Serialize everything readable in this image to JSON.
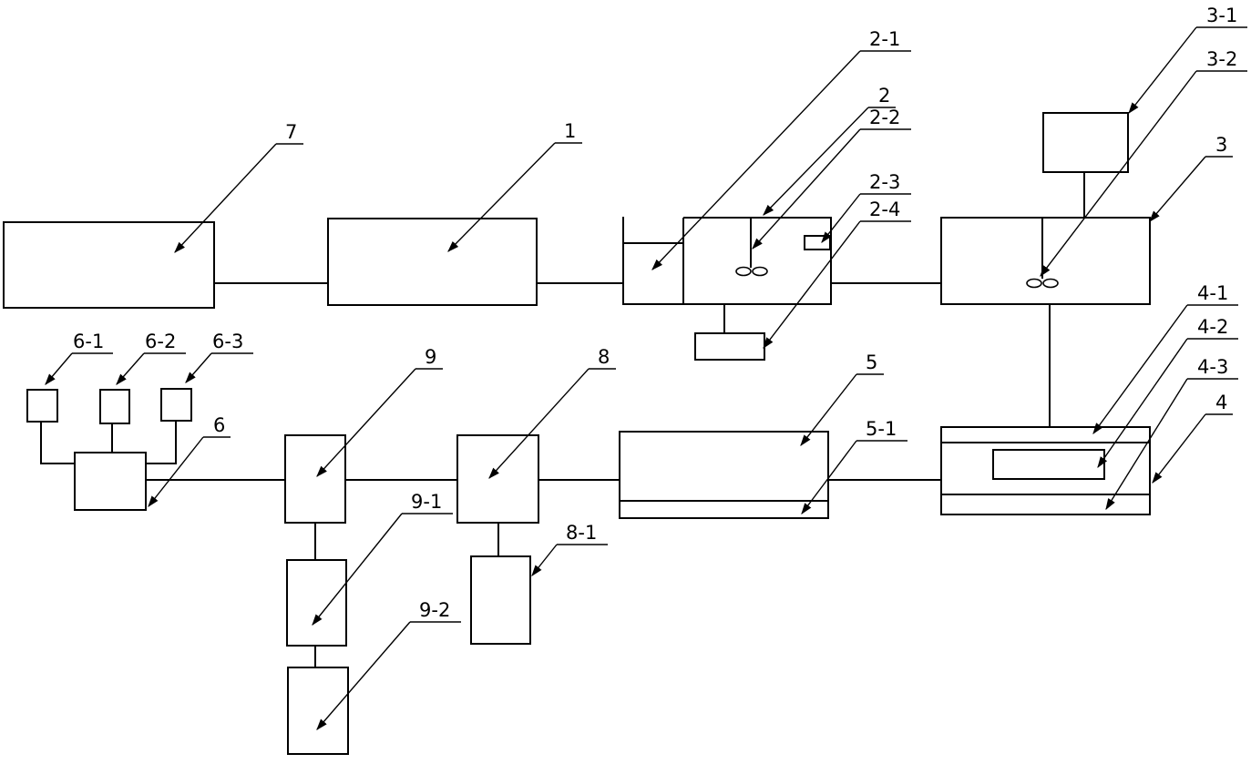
{
  "labels": {
    "l1": "1",
    "l2": "2",
    "l2_1": "2-1",
    "l2_2": "2-2",
    "l2_3": "2-3",
    "l2_4": "2-4",
    "l3": "3",
    "l3_1": "3-1",
    "l3_2": "3-2",
    "l4": "4",
    "l4_1": "4-1",
    "l4_2": "4-2",
    "l4_3": "4-3",
    "l5": "5",
    "l5_1": "5-1",
    "l6": "6",
    "l6_1": "6-1",
    "l6_2": "6-2",
    "l6_3": "6-3",
    "l7": "7",
    "l8": "8",
    "l8_1": "8-1",
    "l9": "9",
    "l9_1": "9-1",
    "l9_2": "9-2"
  }
}
